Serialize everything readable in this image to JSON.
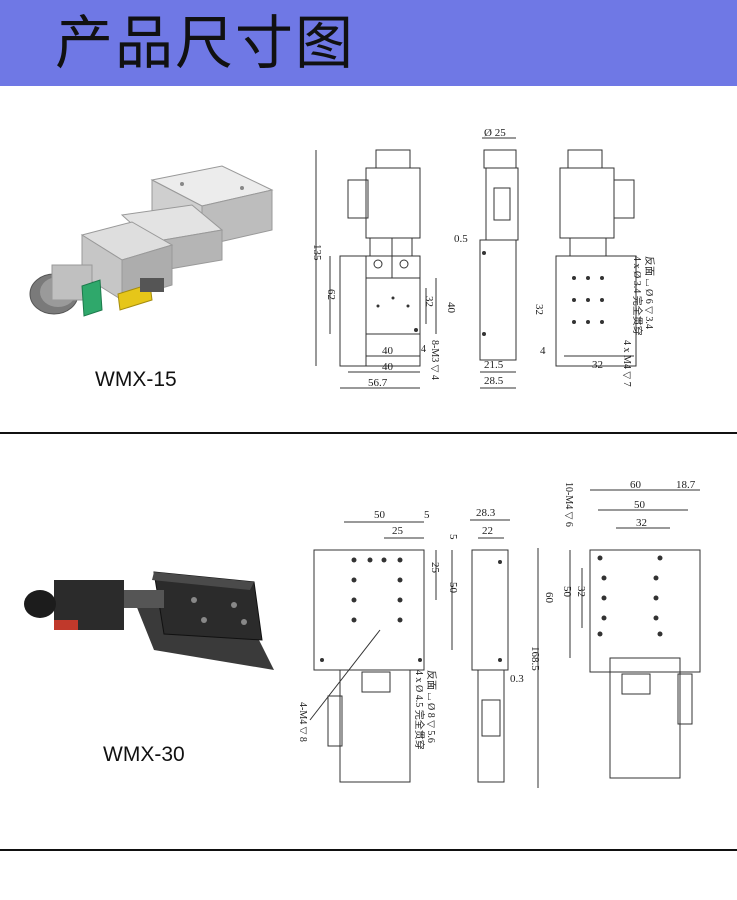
{
  "header": {
    "title": "产品尺寸图"
  },
  "sections": [
    {
      "model": "WMX-15",
      "dims_front": [
        "135",
        "62",
        "32",
        "40",
        "40",
        "56.7",
        "8-M3 ▽ 4",
        "4"
      ],
      "dims_side": [
        "Ø 25",
        "0.5",
        "21.5",
        "28.5"
      ],
      "dims_back": [
        "32",
        "4",
        "32",
        "4 x Ø 3.4 完全贯穿",
        "反面 ⌴ Ø 6 ▽ 3.4",
        "4 x M4 ▽ 7"
      ]
    },
    {
      "model": "WMX-30",
      "dims_front": [
        "50",
        "25",
        "5",
        "5",
        "25",
        "50",
        "4-M4 ▽ 8",
        "4 x Ø 4.5 完全贯穿",
        "反面 ⌴ Ø 8 ▽ 5.6"
      ],
      "dims_side": [
        "28.3",
        "22",
        "0.3",
        "168.5"
      ],
      "dims_back": [
        "60",
        "18.7",
        "50",
        "32",
        "10-M4 ▽ 6",
        "60",
        "50",
        "32"
      ]
    }
  ],
  "colors": {
    "header_bg": "#6f78e5",
    "metal": "#d9d9d9",
    "dark_metal": "#2b2b2b",
    "green": "#2fa86b",
    "yellow": "#e6c619"
  }
}
